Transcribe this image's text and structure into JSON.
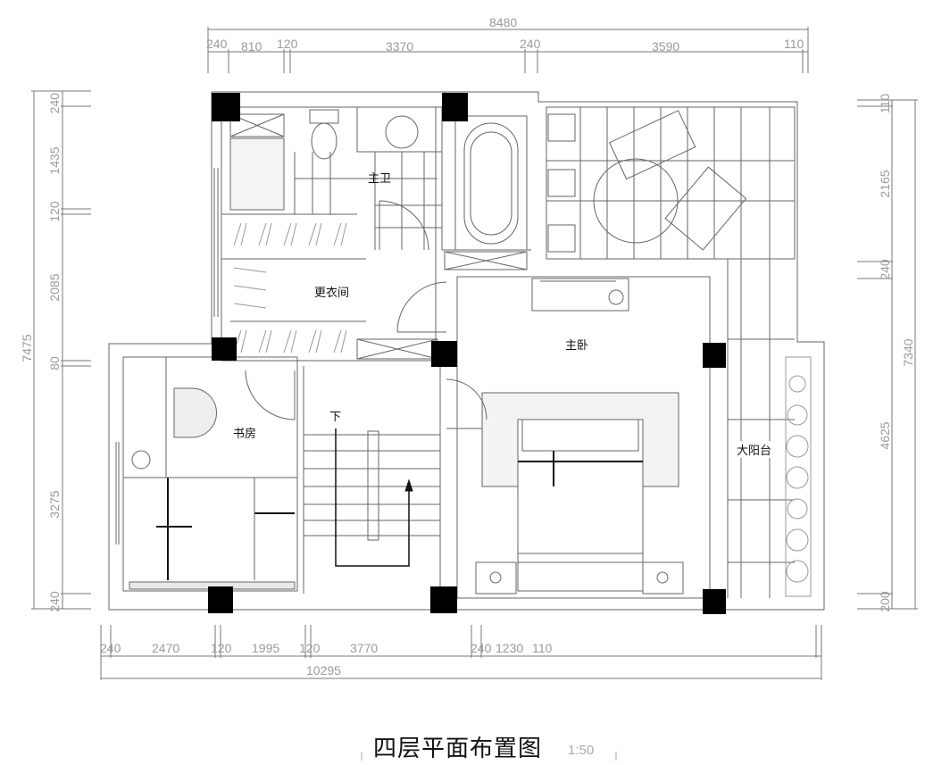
{
  "drawing": {
    "title": "四层平面布置图",
    "scale": "1:50"
  },
  "rooms": {
    "master_bath": "主卫",
    "walk_in_closet": "更衣间",
    "master_bedroom": "主卧",
    "study": "书房",
    "stair_down": "下",
    "large_balcony": "大阳台"
  },
  "dimensions": {
    "top_total": "8480",
    "top": [
      "240",
      "810",
      "120",
      "3370",
      "240",
      "3590",
      "110"
    ],
    "bottom_total": "10295",
    "bottom": [
      "240",
      "2470",
      "120",
      "1995",
      "120",
      "3770",
      "240",
      "1230",
      "110"
    ],
    "left_total": "7475",
    "left": [
      "240",
      "1435",
      "120",
      "2085",
      "80",
      "3275",
      "240"
    ],
    "right_total": "7340",
    "right": [
      "110",
      "2165",
      "240",
      "4625",
      "200"
    ]
  }
}
